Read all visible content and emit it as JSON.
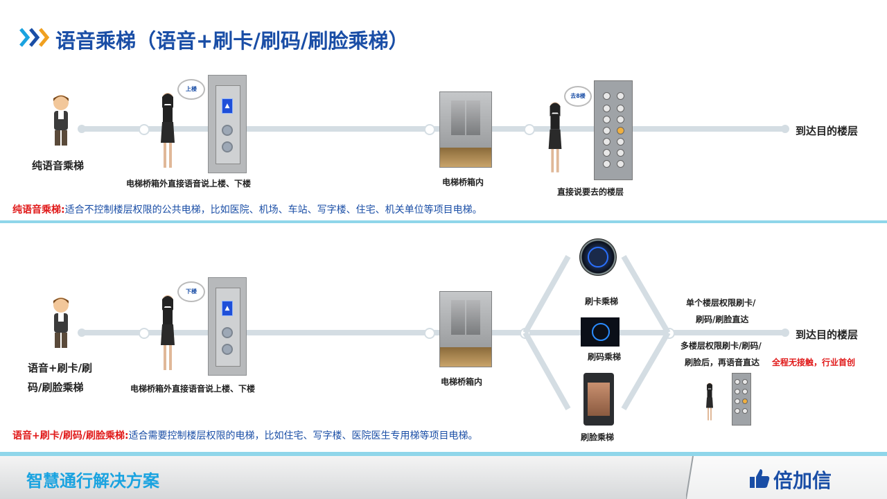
{
  "header": {
    "title": "语音乘梯（语音+刷卡/刷码/刷脸乘梯）",
    "icon": "chevron-double-right-icon"
  },
  "section1": {
    "person_label": "纯语音乘梯",
    "bubble_up": "上楼",
    "outside_label": "电梯桥箱外直接语音说上楼、下楼",
    "car_label": "电梯桥箱内",
    "bubble_floor": "去8楼",
    "inside_label": "直接说要去的楼层",
    "destination": "到达目的楼层",
    "desc_key": "纯语音乘梯:",
    "desc_text": "适合不控制楼层权限的公共电梯，比如医院、机场、车站、写字楼、住宅、机关单位等项目电梯。"
  },
  "section2": {
    "person_label_line1": "语音+刷卡/刷",
    "person_label_line2": "码/刷脸乘梯",
    "bubble_down": "下楼",
    "outside_label": "电梯桥箱外直接语音说上楼、下楼",
    "car_label": "电梯桥箱内",
    "card_label": "刷卡乘梯",
    "qr_label": "刷码乘梯",
    "face_label": "刷脸乘梯",
    "single_line1": "单个楼层权限刷卡/",
    "single_line2": "刷码/刷脸直达",
    "multi_line1": "多楼层权限刷卡/刷码/",
    "multi_line2": "刷脸后，再语音直达",
    "highlight": "全程无接触，行业首创",
    "destination": "到达目的楼层",
    "desc_key": "语音+刷卡/刷码/刷脸乘梯:",
    "desc_text": "适合需要控制楼层权限的电梯，比如住宅、写字楼、医院医生专用梯等项目电梯。"
  },
  "footer": {
    "title": "智慧通行解决方案",
    "brand": "倍加信",
    "brand_icon": "thumbs-up-icon"
  },
  "colors": {
    "accent": "#1a4ea6",
    "highlight": "#e01818",
    "line": "#d4dde3",
    "band": "#8fd6ea"
  }
}
